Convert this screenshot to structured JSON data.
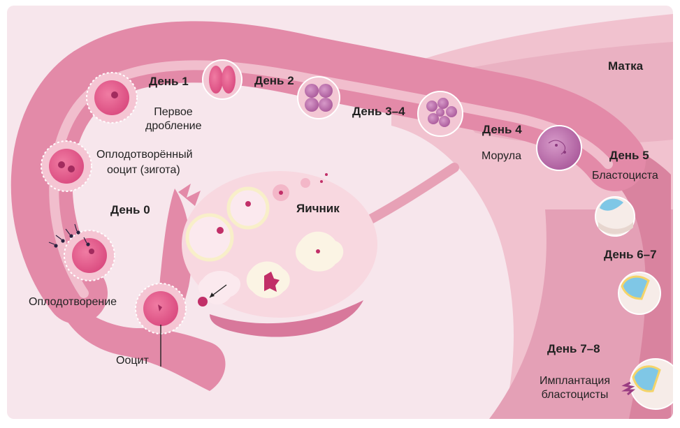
{
  "labels": {
    "uterus": "Матка",
    "ovary": "Яичник",
    "day0": "День 0",
    "day1": "День 1",
    "day2": "День 2",
    "day3_4": "День 3–4",
    "day4": "День 4",
    "day5": "День 5",
    "day6_7": "День 6–7",
    "day7_8": "День 7–8",
    "first_cleavage_1": "Первое",
    "first_cleavage_2": "дробление",
    "zygote_1": "Оплодотворённый",
    "zygote_2": "ооцит (зигота)",
    "morula": "Морула",
    "blastocyst": "Бластоциста",
    "fertilization": "Оплодотворение",
    "oocyte": "Ооцит",
    "implantation_1": "Имплантация",
    "implantation_2": "бластоцисты"
  },
  "colors": {
    "background": "#f7e6ec",
    "tube": "#e58fab",
    "tube_inner": "#f3c7d4",
    "uterus_wall": "#d98aa6",
    "ovary": "#f8d8e0",
    "cell": "#e45b8c",
    "cell_dark": "#b32c64",
    "embryo_purple": "#b26aa8",
    "blastocyst_blue": "#7fc7e6",
    "blastocyst_yellow": "#f4d46a"
  }
}
